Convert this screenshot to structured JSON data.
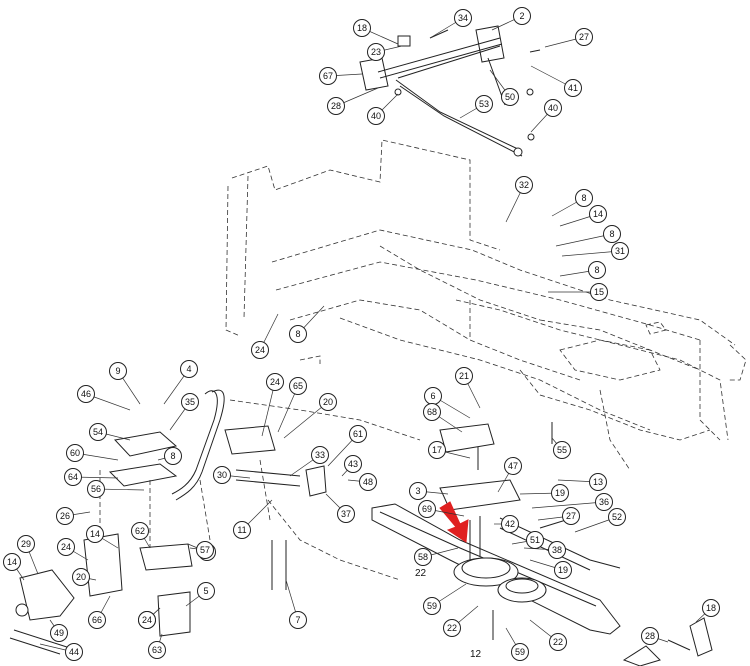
{
  "highlight_color": "#e02020",
  "highlighted_callout": "58",
  "callouts": [
    "18",
    "34",
    "2",
    "27",
    "23",
    "67",
    "41",
    "50",
    "28",
    "40",
    "53",
    "40",
    "32",
    "8",
    "14",
    "8",
    "31",
    "8",
    "15",
    "24",
    "8",
    "9",
    "4",
    "46",
    "35",
    "24",
    "65",
    "20",
    "54",
    "60",
    "8",
    "64",
    "56",
    "26",
    "21",
    "6",
    "68",
    "61",
    "33",
    "43",
    "48",
    "30",
    "17",
    "55",
    "13",
    "47",
    "37",
    "11",
    "3",
    "69",
    "19",
    "36",
    "42",
    "27",
    "52",
    "51",
    "38",
    "19",
    "58",
    "20",
    "14",
    "62",
    "24",
    "29",
    "14",
    "20",
    "24",
    "5",
    "59",
    "57",
    "7",
    "18",
    "22",
    "59",
    "22",
    "28",
    "49",
    "66",
    "24",
    "63",
    "44"
  ],
  "plain_labels": [
    "22",
    "12"
  ]
}
